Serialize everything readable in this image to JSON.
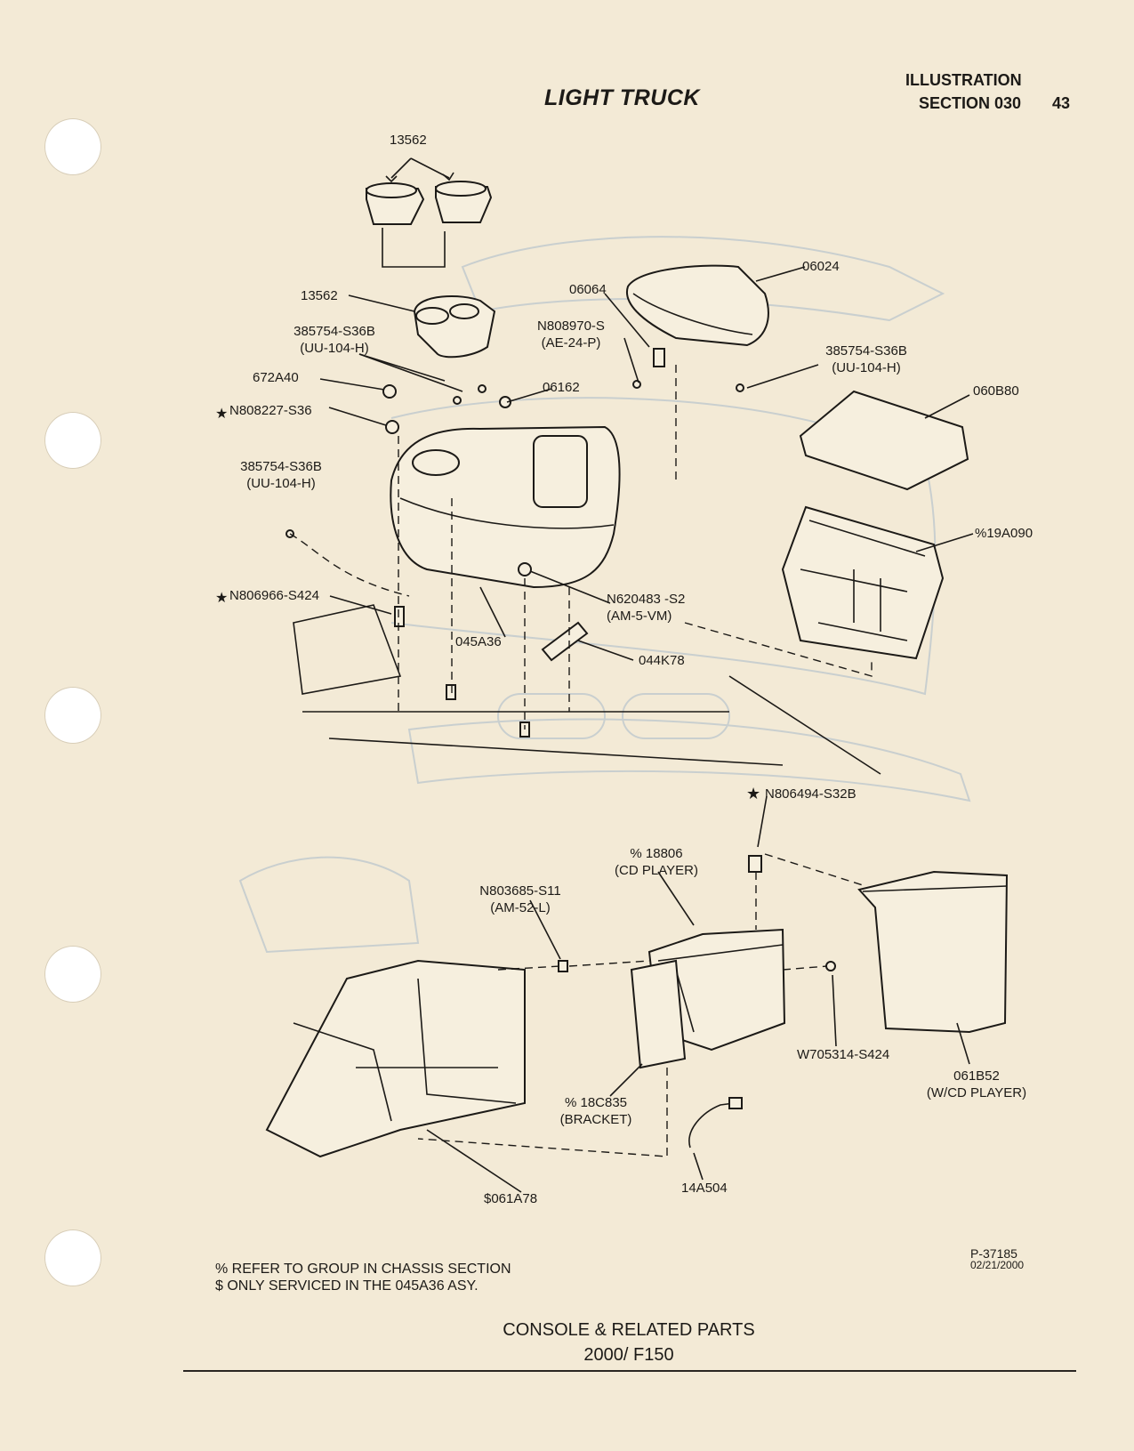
{
  "header": {
    "title": "LIGHT TRUCK",
    "illustration": "ILLUSTRATION",
    "section": "SECTION 030",
    "page_number": "43"
  },
  "labels": {
    "cupholder_top": "13562",
    "cupholder_insert": "13562",
    "lid": "06024",
    "latch": "06064",
    "latch_screw_1": "N808970-S",
    "latch_screw_2": "(AE-24-P)",
    "screw_a_1": "385754-S36B",
    "screw_a_2": "(UU-104-H)",
    "screw_b_1": "385754-S36B",
    "screw_b_2": "(UU-104-H)",
    "screw_c_1": "385754-S36B",
    "screw_c_2": "(UU-104-H)",
    "pad": "060B80",
    "clip": "672A40",
    "nut": "N808227-S36",
    "part_06162": "06162",
    "bin": "%19A090",
    "stud": "N806966-S424",
    "nut_b_1": "N620483 -S2",
    "nut_b_2": "(AM-5-VM)",
    "console": "045A36",
    "handle": "044K78",
    "screw_top": "N806494-S32B",
    "cd_player_1": "% 18806",
    "cd_player_2": "(CD PLAYER)",
    "screw_cd_1": "N803685-S11",
    "screw_cd_2": "(AM-52-L)",
    "screw_w": "W705314-S424",
    "cover_1": "061B52",
    "cover_2": "(W/CD PLAYER)",
    "bracket_1": "% 18C835",
    "bracket_2": "(BRACKET)",
    "wiring": "14A504",
    "base": "$061A78"
  },
  "footnotes": {
    "percent": "% REFER TO GROUP IN CHASSIS SECTION",
    "dollar": "$  ONLY SERVICED IN THE 045A36 ASY."
  },
  "caption": {
    "line1": "CONSOLE & RELATED PARTS",
    "line2": "2000/ F150"
  },
  "drawing_code": {
    "number": "P-37185",
    "date": "02/21/2000"
  }
}
